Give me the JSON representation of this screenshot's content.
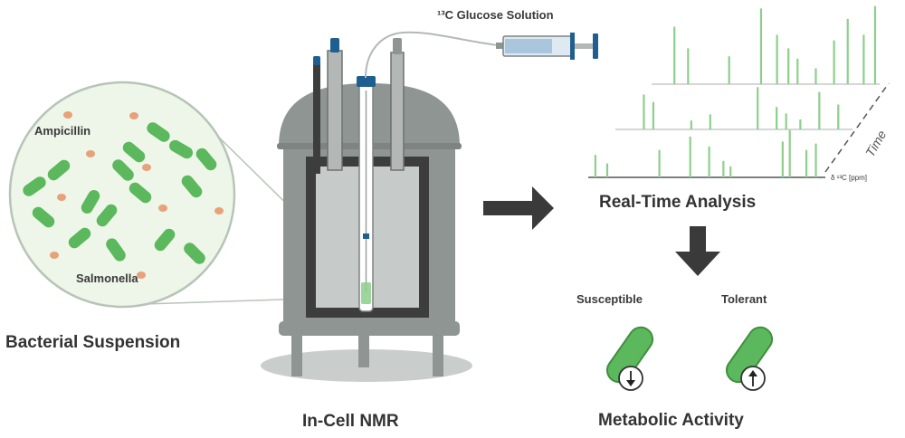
{
  "labels": {
    "glucose": "¹³C Glucose Solution",
    "ampicillin": "Ampicillin",
    "salmonella": "Salmonella",
    "suspension": "Bacterial Suspension",
    "nmr": "In-Cell NMR",
    "analysis": "Real-Time Analysis",
    "time": "Time",
    "axis": "δ ¹³C [ppm]",
    "susceptible": "Susceptible",
    "tolerant": "Tolerant",
    "metabolic": "Metabolic Activity"
  },
  "colors": {
    "bacteria": "#5cb85c",
    "bacteria_dark": "#3f8f3f",
    "ampicillin": "#e8a27a",
    "circle_fill": "#eef6ea",
    "instrument": "#8e9593",
    "instrument_dark": "#3d3d3d",
    "arrow": "#3a3a3a",
    "peak": "#8ccf8c",
    "baseline": "#c8c8c8",
    "syringe": "#a9c6dd"
  },
  "icons": {
    "susceptible_indicator": "arrow-down-icon",
    "tolerant_indicator": "arrow-up-icon"
  },
  "spectra": [
    {
      "name": "front",
      "peaks": [
        [
          0.03,
          0.45
        ],
        [
          0.08,
          0.28
        ],
        [
          0.3,
          0.55
        ],
        [
          0.43,
          0.82
        ],
        [
          0.51,
          0.62
        ],
        [
          0.57,
          0.33
        ],
        [
          0.6,
          0.22
        ],
        [
          0.82,
          0.72
        ],
        [
          0.85,
          0.95
        ],
        [
          0.92,
          0.55
        ],
        [
          0.96,
          0.68
        ]
      ]
    },
    {
      "name": "middle",
      "peaks": [
        [
          0.12,
          0.7
        ],
        [
          0.16,
          0.55
        ],
        [
          0.32,
          0.18
        ],
        [
          0.4,
          0.3
        ],
        [
          0.6,
          0.85
        ],
        [
          0.68,
          0.45
        ],
        [
          0.72,
          0.32
        ],
        [
          0.78,
          0.2
        ],
        [
          0.86,
          0.75
        ],
        [
          0.94,
          0.5
        ]
      ]
    },
    {
      "name": "back",
      "peaks": [
        [
          0.1,
          0.72
        ],
        [
          0.16,
          0.45
        ],
        [
          0.34,
          0.35
        ],
        [
          0.48,
          0.95
        ],
        [
          0.55,
          0.62
        ],
        [
          0.6,
          0.45
        ],
        [
          0.64,
          0.32
        ],
        [
          0.72,
          0.2
        ],
        [
          0.8,
          0.55
        ],
        [
          0.86,
          0.82
        ],
        [
          0.93,
          0.62
        ],
        [
          0.98,
          0.98
        ]
      ]
    }
  ]
}
